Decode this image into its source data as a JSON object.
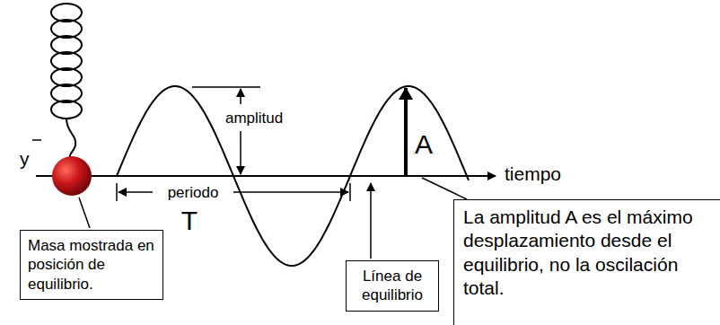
{
  "diagram": {
    "nodes": [
      {
        "text": [
          "Masa mostrada en posición de equilibrio."
        ]
      },
      {
        "text": [
          "Línea de equilibrio"
        ]
      },
      {
        "text": [
          "La amplitud A es el máximo desplazamiento desde el equilibrio, no la oscilación total."
        ]
      }
    ],
    "labels": [
      "y",
      "amplitud",
      "periodo",
      "T",
      "A",
      "tiempo"
    ]
  }
}
